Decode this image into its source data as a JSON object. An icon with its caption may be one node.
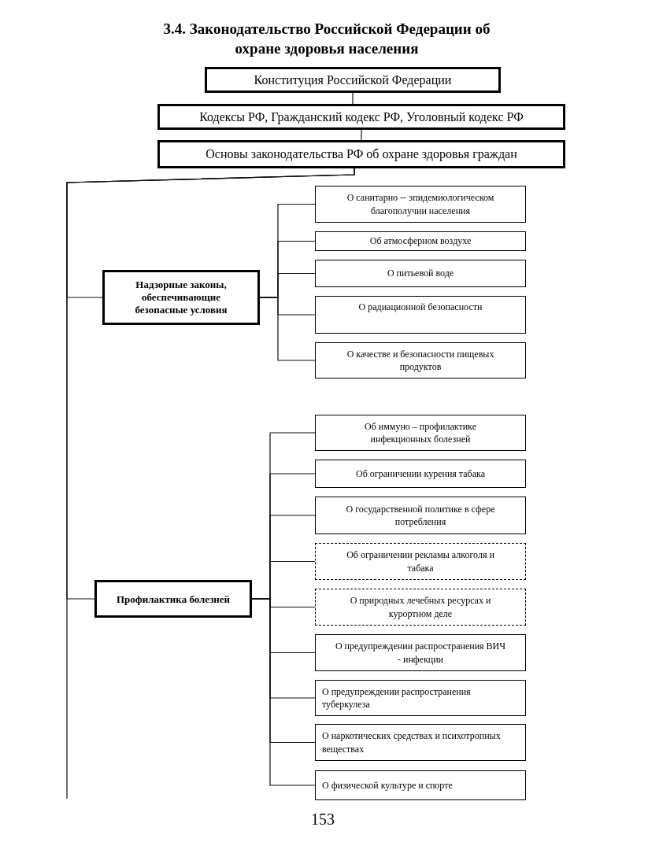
{
  "diagram": {
    "title": "3.4. Законодательство Российской Федерации об охране здоровья населения",
    "nodes": [
      {
        "text": [
          "Конституция  Российской Федерации"
        ]
      },
      {
        "text": [
          "Кодексы РФ, Гражданский кодекс РФ, Уголовный кодекс РФ"
        ]
      },
      {
        "text": [
          "Основы законодательства РФ об охране здоровья граждан"
        ]
      },
      {
        "text": [
          "Надзорные законы, обеспечивающие безопасные условия"
        ]
      },
      {
        "text": [
          "О санитарно -- эпидемиологическом благополучии населения"
        ]
      },
      {
        "text": [
          "Об атмосферном воздухе"
        ]
      },
      {
        "text": [
          "О питьевой воде"
        ]
      },
      {
        "text": [
          "О радиационной безопасности"
        ]
      },
      {
        "text": [
          "О качестве и безопасности пищевых продуктов"
        ]
      },
      {
        "text": [
          "Профилактика болезней"
        ]
      },
      {
        "text": [
          "Об иммуно – профилактике инфекционных болезней"
        ]
      },
      {
        "text": [
          "Об ограничении курения табака"
        ]
      },
      {
        "text": [
          "О государственной политике в сфере потребления"
        ]
      },
      {
        "text": [
          "Об ограничении рекламы алкоголя и табака"
        ]
      },
      {
        "text": [
          "О природных лечебных ресурсах и курортном деле"
        ]
      },
      {
        "text": [
          "О предупреждении распространения ВИЧ - инфекции"
        ]
      },
      {
        "text": [
          "О предупреждении распространения туберкулеза"
        ]
      },
      {
        "text": [
          "О наркотических средствах и психотропных веществах"
        ]
      },
      {
        "text": [
          "О физической культуре и спорте"
        ]
      }
    ],
    "edges": [
      {
        "from": 0,
        "to": 1,
        "arrow": "none"
      },
      {
        "from": 1,
        "to": 2,
        "arrow": "none"
      },
      {
        "from": 2,
        "to": 3,
        "arrow": "none"
      },
      {
        "from": 2,
        "to": 9,
        "arrow": "none"
      },
      {
        "from": 2,
        "to": null,
        "arrow": "none"
      },
      {
        "from": 3,
        "to": 4,
        "arrow": "none"
      },
      {
        "from": 3,
        "to": 5,
        "arrow": "none"
      },
      {
        "from": 3,
        "to": 6,
        "arrow": "none"
      },
      {
        "from": 3,
        "to": 7,
        "arrow": "none"
      },
      {
        "from": 3,
        "to": 8,
        "arrow": "none"
      },
      {
        "from": 9,
        "to": 10,
        "arrow": "none"
      },
      {
        "from": 9,
        "to": 11,
        "arrow": "none"
      },
      {
        "from": 9,
        "to": 12,
        "arrow": "none"
      },
      {
        "from": 9,
        "to": 13,
        "arrow": "none"
      },
      {
        "from": 9,
        "to": 14,
        "arrow": "none"
      },
      {
        "from": 9,
        "to": 15,
        "arrow": "none"
      },
      {
        "from": 9,
        "to": 16,
        "arrow": "none"
      },
      {
        "from": 9,
        "to": 17,
        "arrow": "none"
      },
      {
        "from": 9,
        "to": 18,
        "arrow": "none"
      }
    ],
    "labels": [
      "153"
    ]
  }
}
